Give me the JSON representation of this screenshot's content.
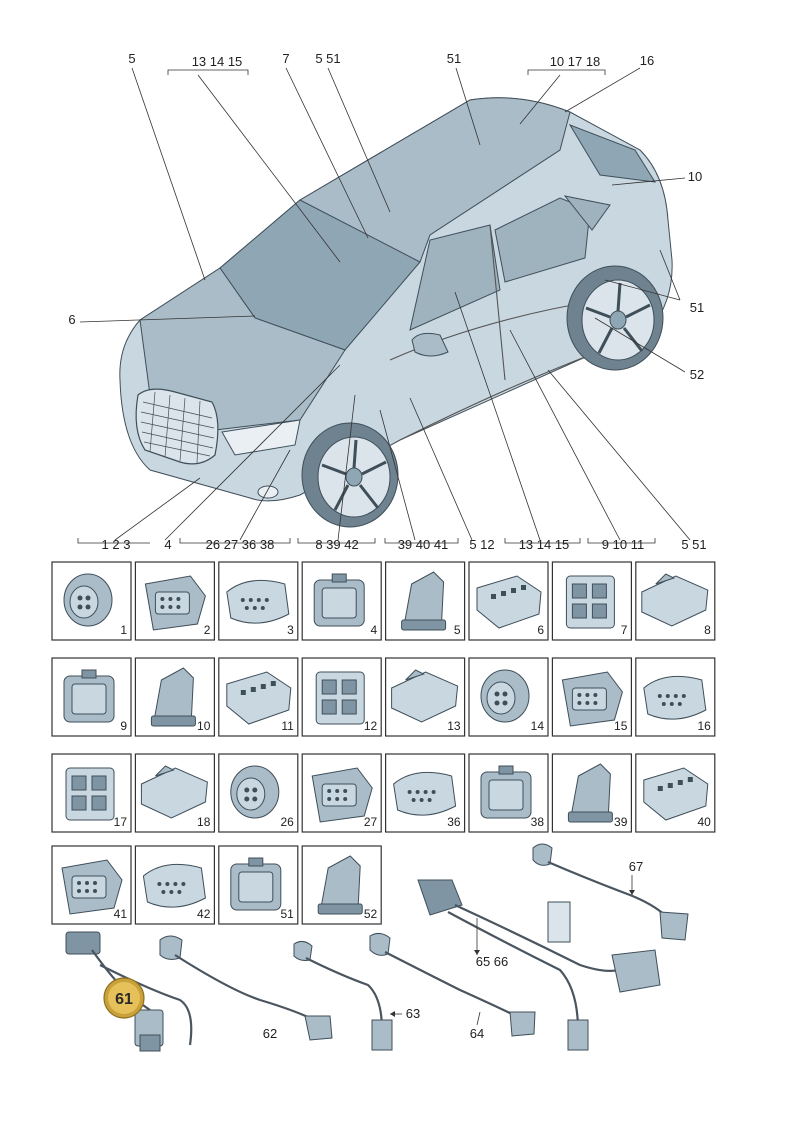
{
  "car_callouts": {
    "top": [
      "5",
      "13 14 15",
      "7",
      "5 51",
      "51",
      "10 17 18",
      "16"
    ],
    "right": [
      "10",
      "51",
      "52"
    ],
    "left": [
      "6"
    ],
    "bottom": [
      "1 2 3",
      "4",
      "26 27 36 38",
      "8 39 42",
      "39 40 41",
      "5 12",
      "13 14 15",
      "9 10 11",
      "5 51"
    ]
  },
  "tiles_row1": [
    "1",
    "2",
    "3",
    "4",
    "5",
    "6",
    "7",
    "8"
  ],
  "tiles_row2": [
    "9",
    "10",
    "11",
    "12",
    "13",
    "14",
    "15",
    "16"
  ],
  "tiles_row3": [
    "17",
    "18",
    "26",
    "27",
    "36",
    "38",
    "39",
    "40"
  ],
  "tiles_row4": [
    "41",
    "42",
    "51",
    "52"
  ],
  "harness_labels": {
    "l61": "61",
    "l62": "62",
    "l63": "63",
    "l64": "64",
    "l65_66": "65 66",
    "l67": "67"
  },
  "colors": {
    "part_fill": "#a9bcc8",
    "part_light": "#c9d7e0",
    "part_dark": "#7f95a3",
    "badge_fill": "#c9a13a",
    "badge_highlight": "#e6c15a"
  }
}
